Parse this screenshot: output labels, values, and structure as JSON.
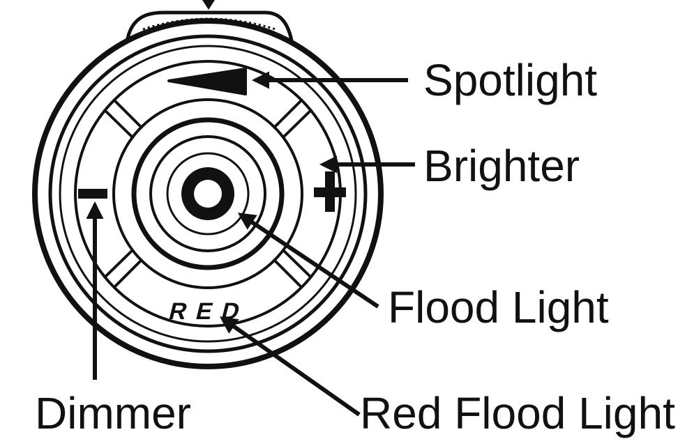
{
  "labels": {
    "spotlight": "Spotlight",
    "brighter": "Brighter",
    "flood_light": "Flood Light",
    "dimmer": "Dimmer",
    "red_flood_light": "Red Flood Light"
  },
  "button_text": {
    "red": "RED"
  },
  "colors": {
    "ink": "#111111",
    "background": "#ffffff"
  }
}
